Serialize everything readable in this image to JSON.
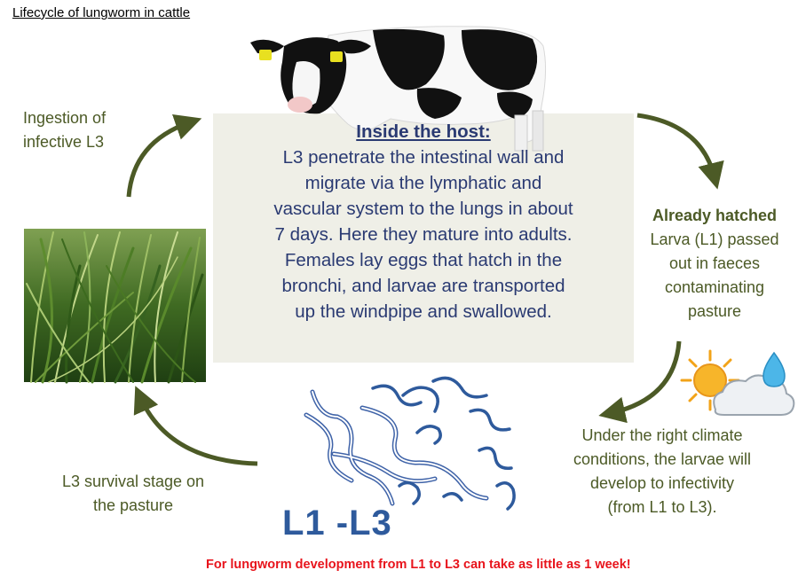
{
  "title": "Lifecycle of lungworm in cattle",
  "host": {
    "heading": "Inside the host:",
    "lines": [
      "L3 penetrate the intestinal wall and",
      "migrate via the lymphatic and",
      "vascular system to the lungs in about",
      "7 days. Here they mature into adults.",
      "Females lay eggs that hatch in the",
      "bronchi, and larvae are transported",
      "up the windpipe and swallowed."
    ]
  },
  "ingestion": {
    "lines": [
      "Ingestion of",
      "infective L3"
    ]
  },
  "hatched": {
    "heading": "Already hatched",
    "lines": [
      "Larva (L1) passed",
      "out in faeces",
      "contaminating",
      "pasture"
    ]
  },
  "climate": {
    "lines": [
      "Under the right climate",
      "conditions, the larvae will",
      "develop to infectivity",
      "(from L1 to L3)."
    ]
  },
  "survival": {
    "lines": [
      "L3 survival stage on",
      "the pasture"
    ]
  },
  "stage_label": "L1 -L3",
  "footer_note": "For lungworm development from L1 to L3 can take as little as 1 week!",
  "colors": {
    "arrow": "#4c5a26",
    "host_text": "#2a3a72",
    "larvae": "#2e5a9c",
    "note": "#e8141c",
    "host_box": "#efefe7"
  },
  "icons": [
    "cow-image",
    "grass-image",
    "sun-cloud-raindrop-icon",
    "larvae-illustration"
  ]
}
